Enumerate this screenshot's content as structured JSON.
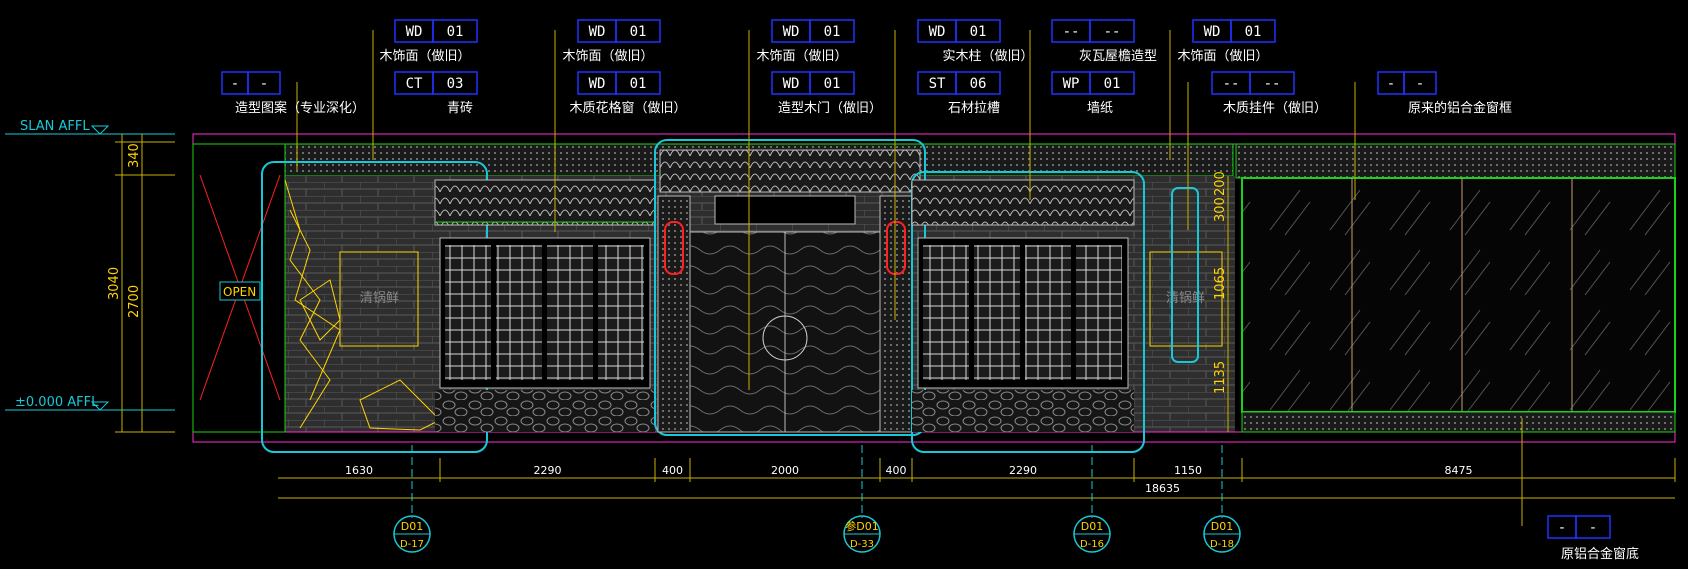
{
  "levels": {
    "top": "SLAN AFFL",
    "bottom": "±0.000 AFFL"
  },
  "vertical_dims": {
    "total": "3040",
    "upper": "340",
    "lower": "2700",
    "right_a": "300",
    "right_b": "200",
    "right_c": "1065",
    "right_d": "1135"
  },
  "open_sign": "OPEN",
  "sign_text": "清锅鲜",
  "top_tags": [
    {
      "code": "-",
      "num": "-",
      "label": "造型图案（专业深化）"
    },
    {
      "code": "WD",
      "num": "01",
      "label": "木饰面（做旧）"
    },
    {
      "code": "CT",
      "num": "03",
      "label": "青砖"
    },
    {
      "code": "WD",
      "num": "01",
      "label": "木饰面（做旧）"
    },
    {
      "code": "WD",
      "num": "01",
      "label": "木质花格窗（做旧）"
    },
    {
      "code": "WD",
      "num": "01",
      "label": "木饰面（做旧）"
    },
    {
      "code": "WD",
      "num": "01",
      "label": "造型木门（做旧）"
    },
    {
      "code": "WD",
      "num": "01",
      "label": "实木柱（做旧）"
    },
    {
      "code": "ST",
      "num": "06",
      "label": "石材拉槽"
    },
    {
      "code": "--",
      "num": "--",
      "label": "灰瓦屋檐造型"
    },
    {
      "code": "WP",
      "num": "01",
      "label": "墙纸"
    },
    {
      "code": "WD",
      "num": "01",
      "label": "木饰面（做旧）"
    },
    {
      "code": "--",
      "num": "--",
      "label": "木质挂件（做旧）"
    },
    {
      "code": "-",
      "num": "-",
      "label": "原来的铝合金窗框"
    }
  ],
  "bottom_tag": {
    "code": "-",
    "num": "-",
    "label": "原铝合金窗底"
  },
  "horizontal_dims": [
    "1630",
    "2290",
    "400",
    "2000",
    "400",
    "2290",
    "1150",
    "8475"
  ],
  "overall_dim": "18635",
  "detail_refs": [
    {
      "top": "D01",
      "bottom": "D-17"
    },
    {
      "top": "参D01",
      "bottom": "D-33"
    },
    {
      "top": "D01",
      "bottom": "D-16"
    },
    {
      "top": "D01",
      "bottom": "D-18"
    }
  ]
}
